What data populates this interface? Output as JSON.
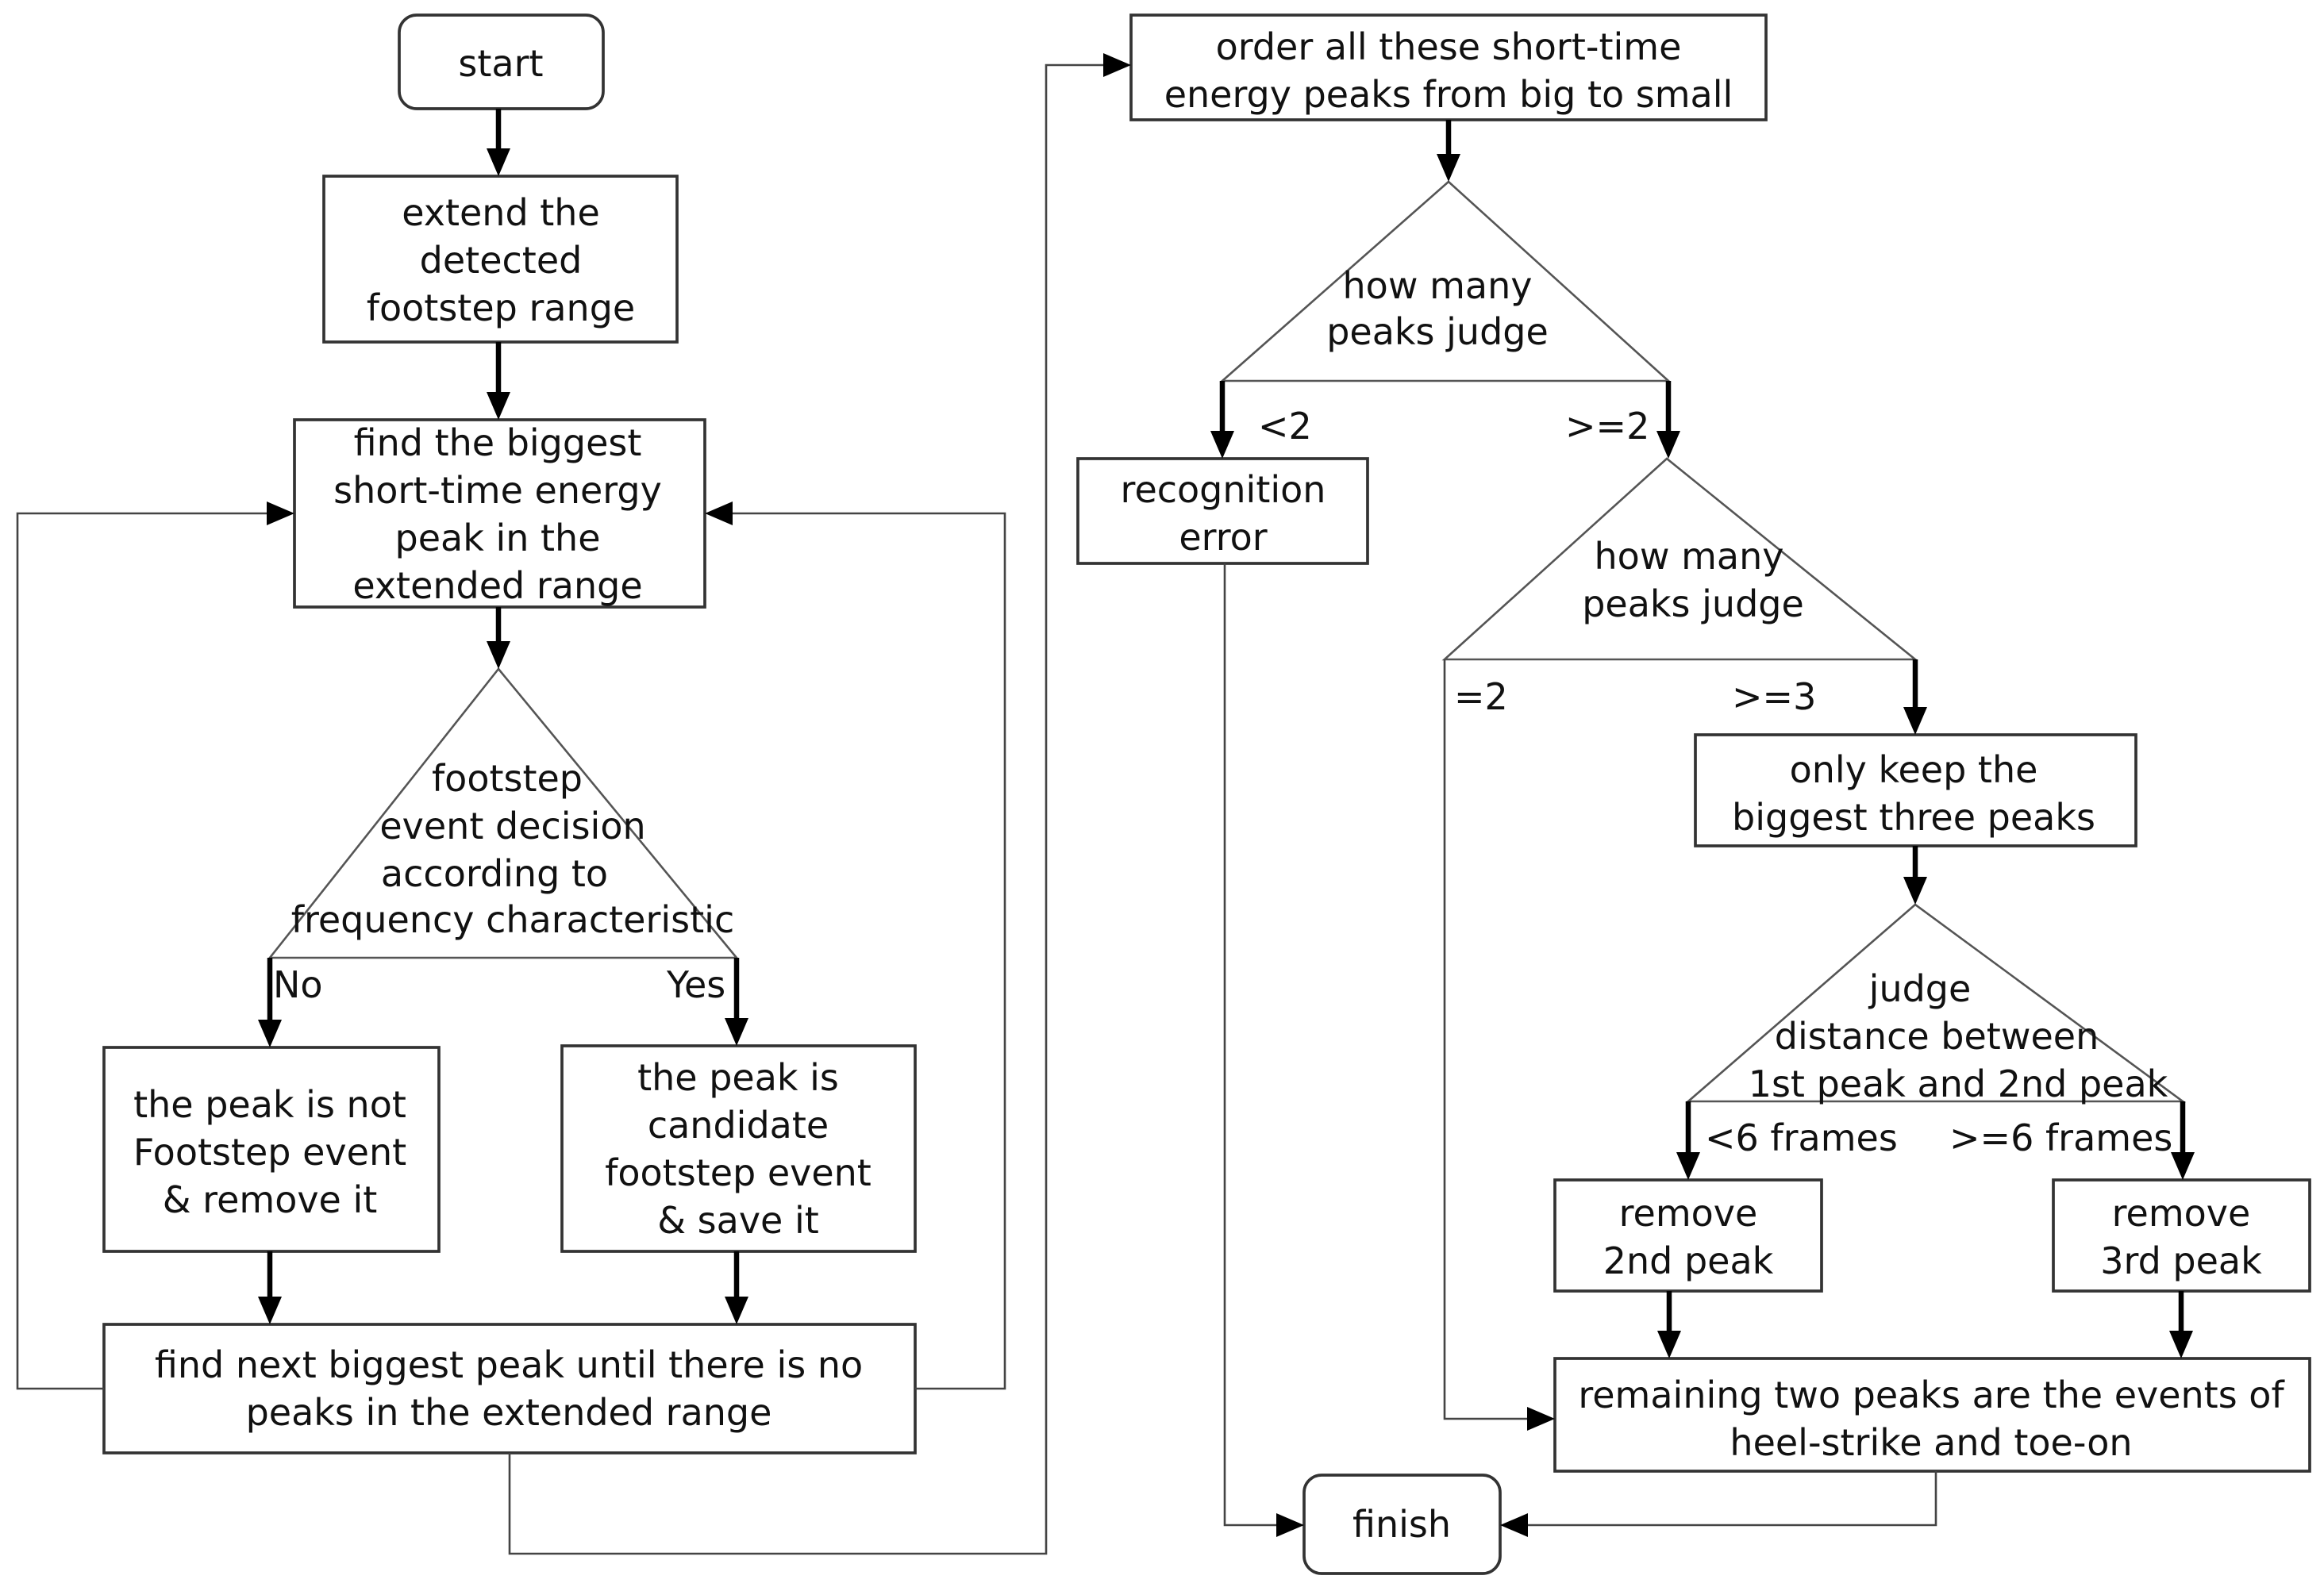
{
  "nodes": {
    "start": "start",
    "extend": [
      "extend the",
      "detected",
      "footstep range"
    ],
    "find_biggest": [
      "find the biggest",
      "short-time energy",
      "peak in the",
      "extended range"
    ],
    "decision_footstep": [
      "footstep",
      "event decision",
      "according to",
      "frequency characteristic"
    ],
    "not_footstep": [
      "the peak is not",
      "Footstep event",
      "& remove it"
    ],
    "candidate": [
      "the peak is",
      "candidate",
      "footstep event",
      "& save it"
    ],
    "find_next": [
      "find next biggest peak until there is no",
      "peaks in the extended range"
    ],
    "order_peaks": [
      "order all these short-time",
      "energy peaks from big to small"
    ],
    "judge_peaks_1": [
      "how many",
      "peaks judge"
    ],
    "recognition_error": [
      "recognition",
      "error"
    ],
    "judge_peaks_2": [
      "how many",
      "peaks judge"
    ],
    "keep_three": [
      "only keep the",
      "biggest three peaks"
    ],
    "judge_distance": [
      "judge",
      "distance between",
      "1st peak and 2nd peak"
    ],
    "remove_2nd": [
      "remove",
      "2nd peak"
    ],
    "remove_3rd": [
      "remove",
      "3rd peak"
    ],
    "remaining": [
      "remaining two peaks are the events of",
      "heel-strike and toe-on"
    ],
    "finish": "finish"
  },
  "edge_labels": {
    "no": "No",
    "yes": "Yes",
    "lt2": "<2",
    "ge2": ">=2",
    "eq2": "=2",
    "ge3": ">=3",
    "lt6": "<6 frames",
    "ge6": ">=6 frames"
  }
}
